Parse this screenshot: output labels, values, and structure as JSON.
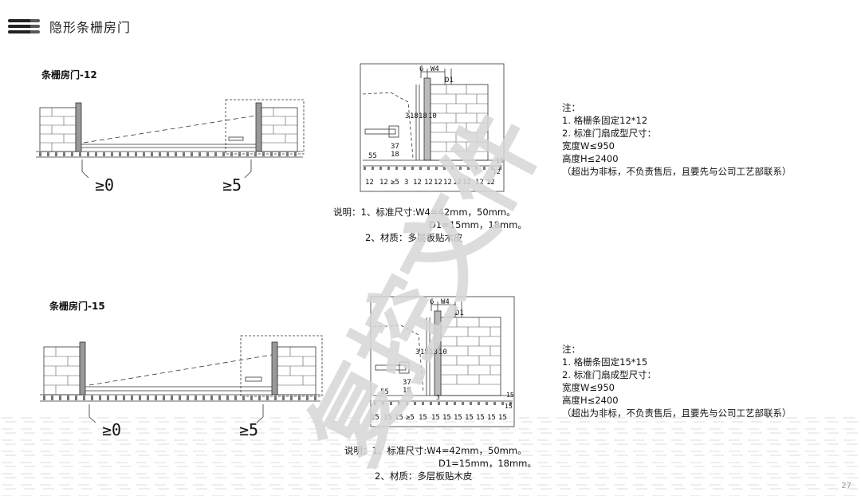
{
  "header": {
    "title": "隐形条栅房门"
  },
  "watermark": {
    "text": "复控文件"
  },
  "page_number": "27",
  "section1": {
    "title": "条栅房门-12",
    "elevation_labels": {
      "left": "≥0",
      "right": "≥5"
    },
    "detail_dims": {
      "top": [
        "6",
        "W4",
        "D1"
      ],
      "vertical": [
        "3",
        "18",
        "18",
        "10"
      ],
      "side": [
        "55",
        "18",
        "37"
      ],
      "bottom": [
        "12",
        "12",
        "≥5",
        "3",
        "12",
        "12",
        "12",
        "12",
        "12",
        "12",
        "12",
        "12"
      ],
      "right": [
        "12",
        "15"
      ]
    },
    "notes": {
      "heading": "注：",
      "line1": "1. 格栅条固定12*12",
      "line2": "2. 标准门扇成型尺寸：",
      "line3": "宽度W≤950",
      "line4": "高度H≤2400",
      "line5": "（超出为非标，不负责售后，且要先与公司工艺部联系）"
    },
    "description": {
      "line1": "说明：1、标准尺寸:W4=42mm，50mm。",
      "line2": "D1=15mm，18mm。",
      "line3": "2、材质：多层板贴木皮"
    }
  },
  "section2": {
    "title": "条栅房门-15",
    "elevation_labels": {
      "left": "≥0",
      "right": "≥5"
    },
    "detail_dims": {
      "top": [
        "6",
        "W4",
        "D1"
      ],
      "vertical": [
        "3",
        "18",
        "18",
        "10"
      ],
      "side": [
        "55",
        "18",
        "37"
      ],
      "bottom": [
        "15",
        "15",
        "15",
        "≥5",
        "15",
        "15",
        "15",
        "15",
        "15",
        "15",
        "15",
        "15"
      ],
      "right": [
        "15",
        "15"
      ],
      "small": "3"
    },
    "notes": {
      "heading": "注：",
      "line1": "1. 格栅条固定15*15",
      "line2": "2. 标准门扇成型尺寸：",
      "line3": "宽度W≤950",
      "line4": "高度H≤2400",
      "line5": "（超出为非标，不负责售后，且要先与公司工艺部联系）"
    },
    "description": {
      "line1": "说明：1、标准尺寸:W4=42mm，50mm。",
      "line2": "D1=15mm，18mm。",
      "line3": "2、材质：多层板贴木皮"
    }
  }
}
